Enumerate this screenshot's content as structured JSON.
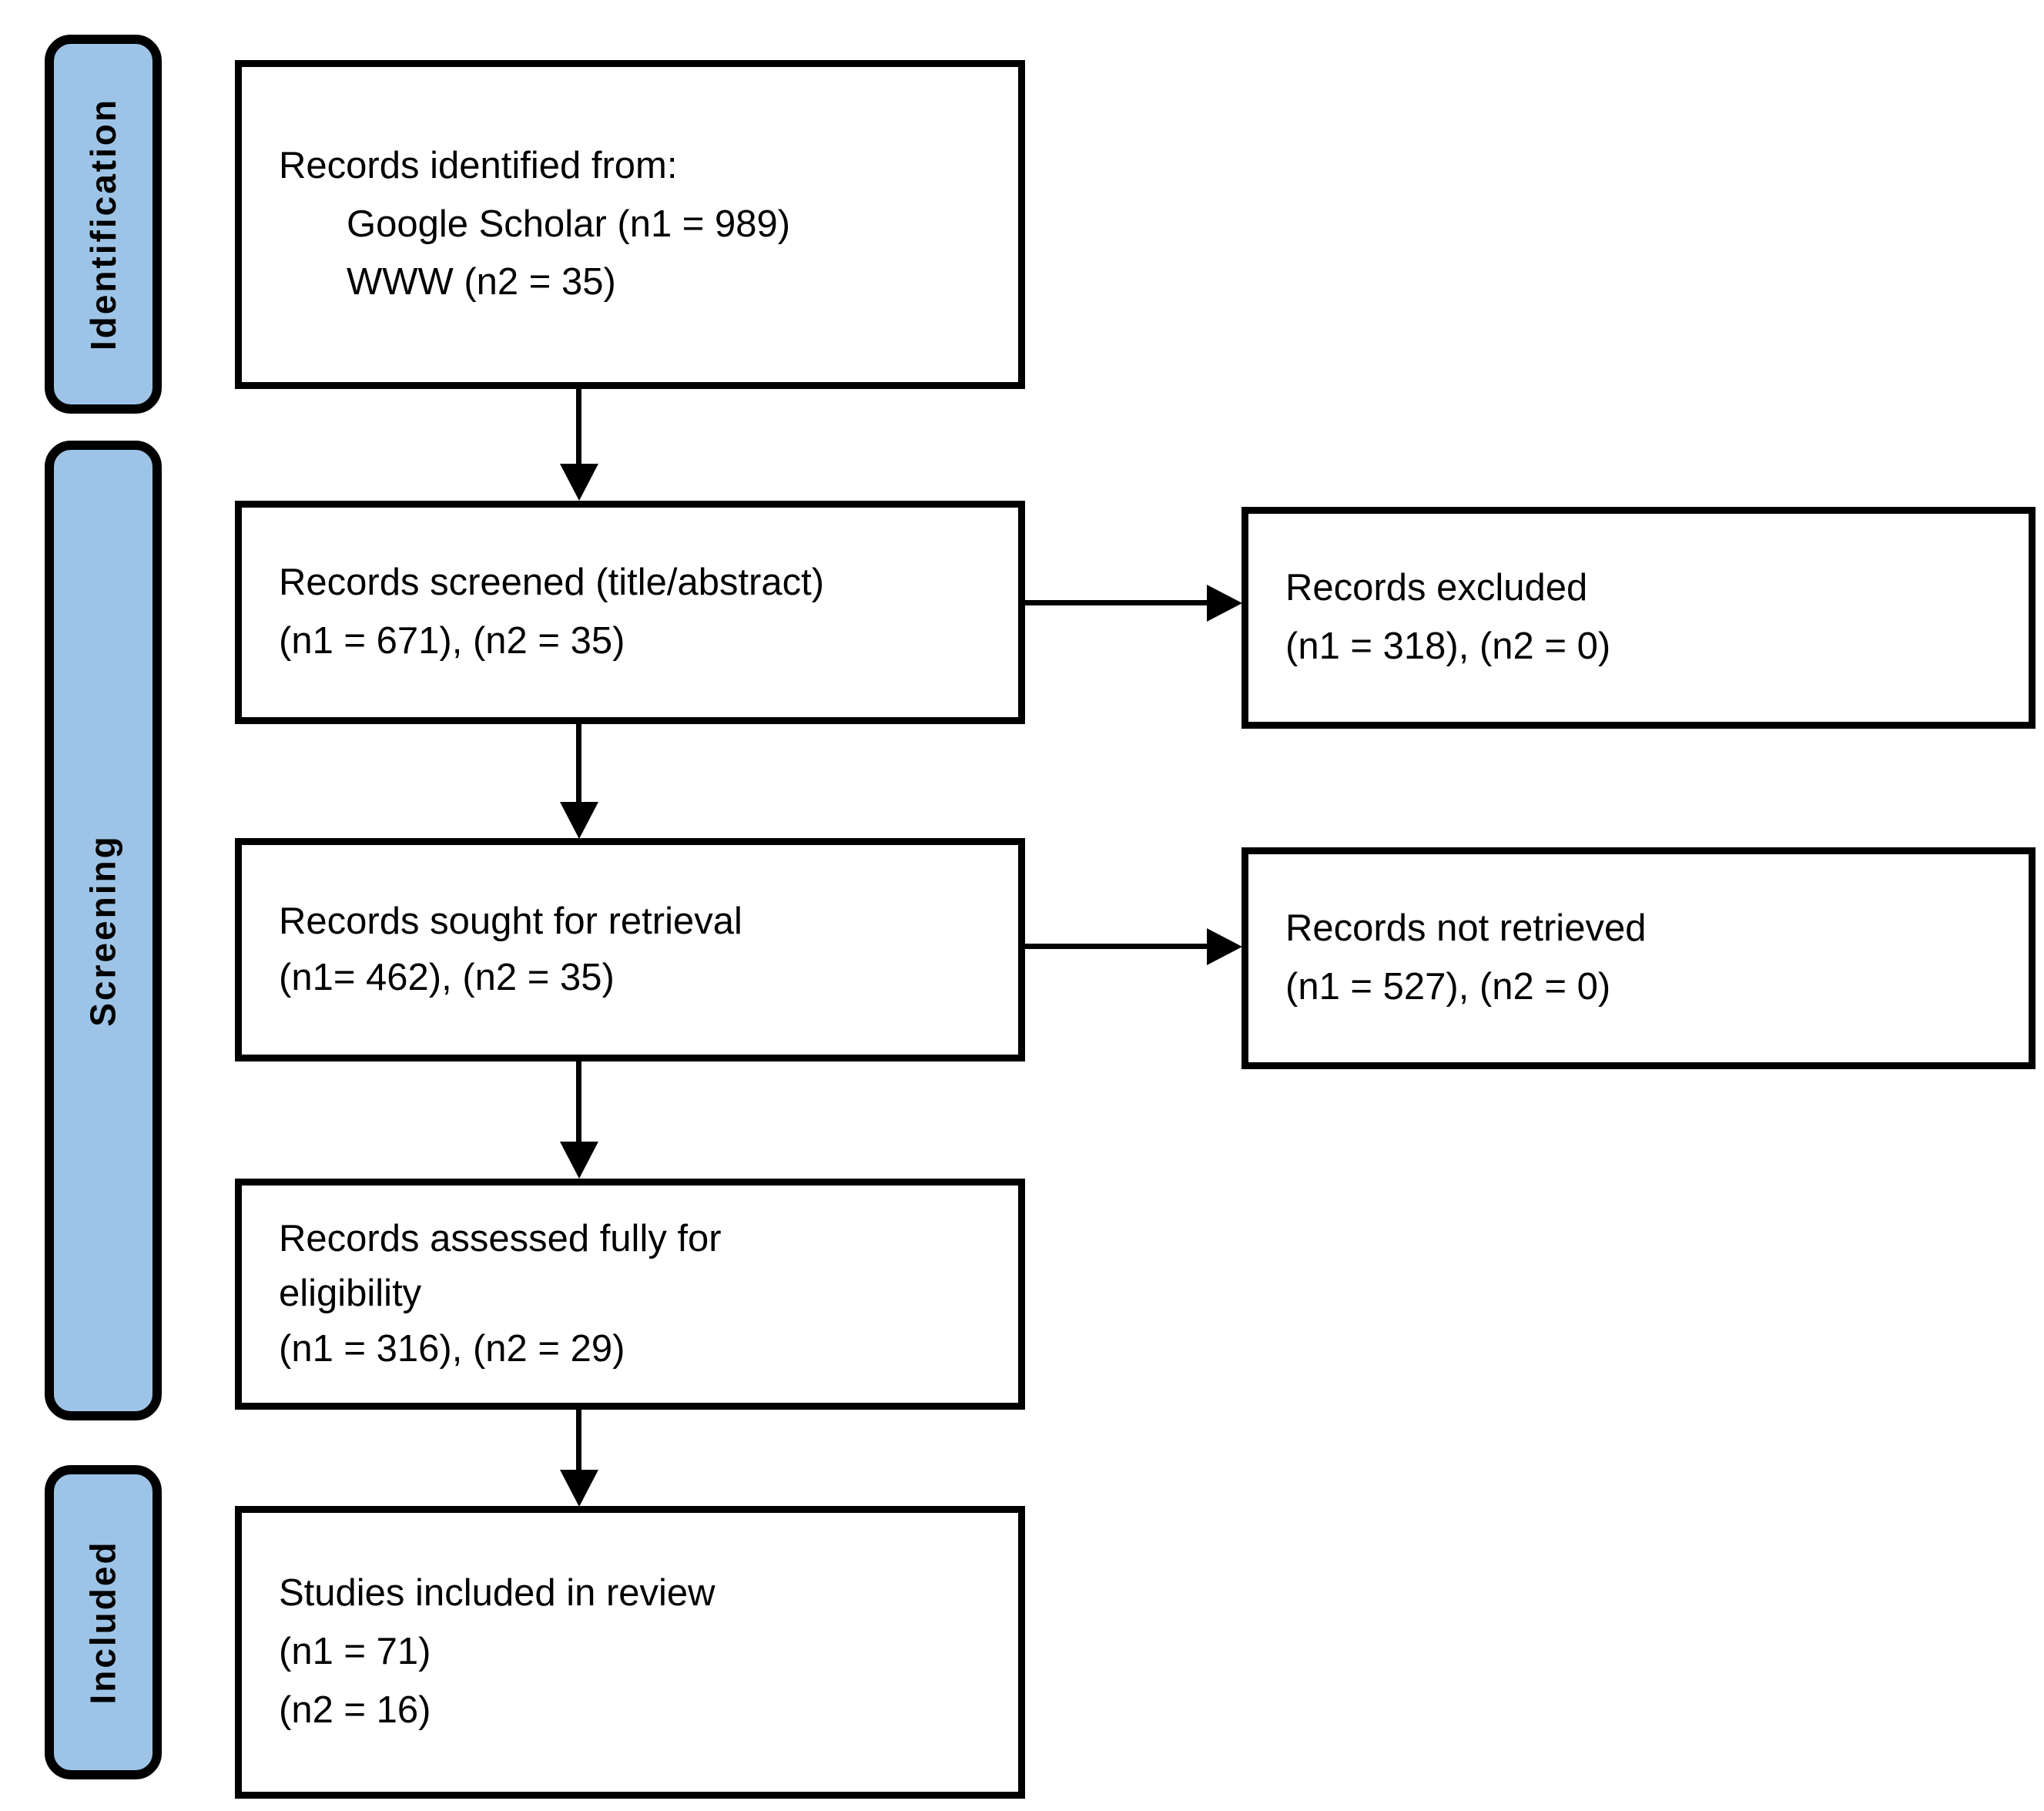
{
  "diagram_type": "prisma-flow",
  "colors": {
    "stage_fill": "#9DC4E6",
    "box_fill": "#FFFFFF",
    "ink": "#000000",
    "page_bg": "#FFFFFF"
  },
  "stages": [
    {
      "label": "Identification"
    },
    {
      "label": "Screening"
    },
    {
      "label": "Included"
    }
  ],
  "boxes": {
    "identified": {
      "line1": "Records identified from:",
      "line2": "Google Scholar (n1 = 989)",
      "line3": "WWW (n2 = 35)"
    },
    "screened": {
      "line1": "Records screened (title/abstract)",
      "line2": "(n1 = 671), (n2 = 35)"
    },
    "excluded": {
      "line1": "Records excluded",
      "line2": "(n1 = 318), (n2 = 0)"
    },
    "sought": {
      "line1": "Records sought for retrieval",
      "line2": "(n1= 462), (n2 = 35)"
    },
    "not_retrieved": {
      "line1": "Records not retrieved",
      "line2": "(n1 = 527), (n2 = 0)"
    },
    "assessed": {
      "line1": "Records assessed fully for",
      "line2": "eligibility",
      "line3": "(n1 = 316), (n2 = 29)"
    },
    "included": {
      "line1": "Studies included in review",
      "line2": "(n1 = 71)",
      "line3": "(n2 = 16)"
    }
  }
}
